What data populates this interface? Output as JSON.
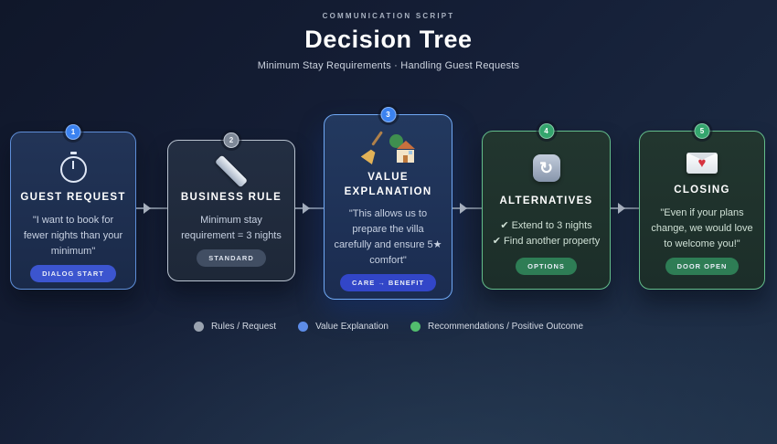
{
  "header": {
    "eyebrow": "COMMUNICATION SCRIPT",
    "title": "Decision Tree",
    "subtitle": "Minimum Stay Requirements · Handling Guest Requests"
  },
  "cards": [
    {
      "number": "1",
      "icon": "stopwatch-icon",
      "title": "GUEST REQUEST",
      "body": "\"I want to book for fewer nights than your minimum\"",
      "badge": "DIALOG START",
      "theme": "blue"
    },
    {
      "number": "2",
      "icon": "ruler-icon",
      "title": "BUSINESS RULE",
      "body": "Minimum stay requirement = 3 nights",
      "badge": "STANDARD",
      "theme": "gray"
    },
    {
      "number": "3",
      "icons": [
        "broom-icon",
        "house-garden-icon"
      ],
      "title": "VALUE EXPLANATION",
      "body": "\"This allows us to prepare the villa carefully and ensure 5★ comfort\"",
      "badge": "CARE → BENEFIT",
      "theme": "blue"
    },
    {
      "number": "4",
      "icon": "refresh-arrows-icon",
      "icon_glyph": "↻",
      "title": "ALTERNATIVES",
      "body": "✔ Extend to 3 nights\n✔ Find another property",
      "badge": "OPTIONS",
      "theme": "green"
    },
    {
      "number": "5",
      "icon": "love-letter-icon",
      "icon_glyph": "♥",
      "title": "CLOSING",
      "body": "\"Even if your plans change, we would love to welcome you!\"",
      "badge": "DOOR OPEN",
      "theme": "green"
    }
  ],
  "legend": [
    {
      "label": "Rules / Request",
      "color": "#9aa3b0"
    },
    {
      "label": "Value Explanation",
      "color": "#5d8ce8"
    },
    {
      "label": "Recommendations / Positive Outcome",
      "color": "#52bd6e"
    }
  ],
  "colors": {
    "blue_accent": "#3b82f0",
    "gray_accent": "#9aa3b0",
    "green_accent": "#34a56d",
    "background_top": "#10172a",
    "background_bottom": "#1e2f47"
  }
}
